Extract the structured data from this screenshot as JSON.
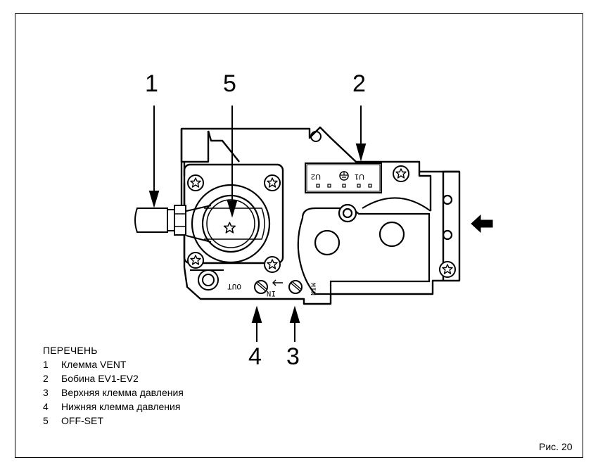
{
  "callouts": {
    "c1": "1",
    "c2": "2",
    "c3": "3",
    "c4": "4",
    "c5": "5"
  },
  "valve_labels": {
    "connector_u2": "U2",
    "connector_u1": "U1",
    "port_out": "OUT",
    "port_in": "IN",
    "port_min": "MIN"
  },
  "legend": {
    "title": "ПЕРЕЧЕНЬ",
    "items": [
      {
        "num": "1",
        "text": "Клемма VENT"
      },
      {
        "num": "2",
        "text": "Бобина EV1-EV2"
      },
      {
        "num": "3",
        "text": "Верхняя клемма давления"
      },
      {
        "num": "4",
        "text": "Нижняя клемма давления"
      },
      {
        "num": "5",
        "text": "OFF-SET"
      }
    ]
  },
  "figure_label": "Рис. 20"
}
